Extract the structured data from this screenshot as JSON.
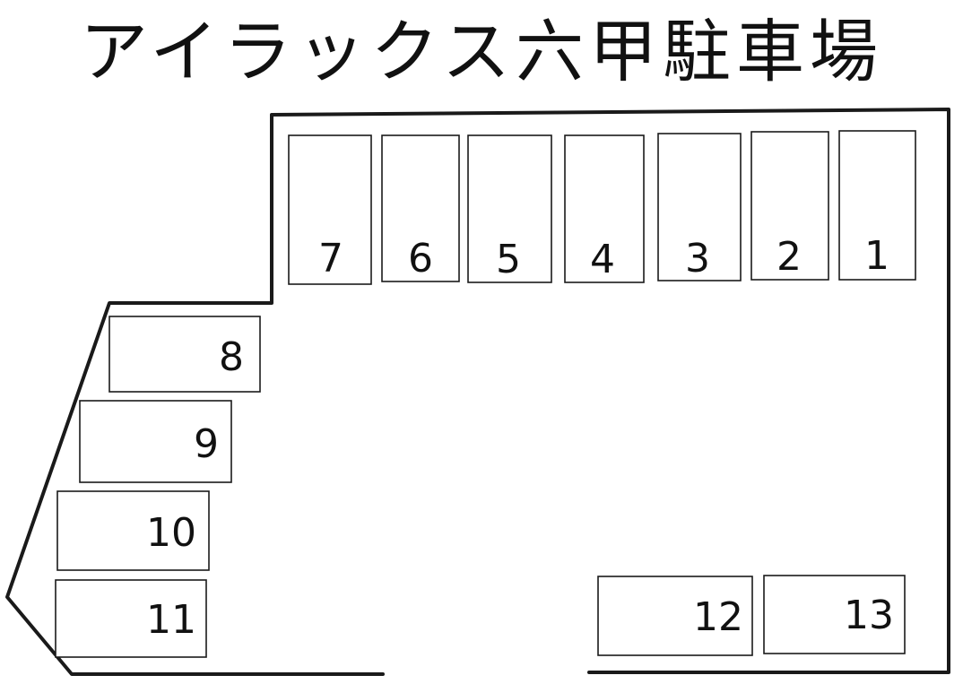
{
  "title": "アイラックス六甲駐車場",
  "spaces": [
    {
      "id": "space-1",
      "label": "1"
    },
    {
      "id": "space-2",
      "label": "2"
    },
    {
      "id": "space-3",
      "label": "3"
    },
    {
      "id": "space-4",
      "label": "4"
    },
    {
      "id": "space-5",
      "label": "5"
    },
    {
      "id": "space-6",
      "label": "6"
    },
    {
      "id": "space-7",
      "label": "7"
    },
    {
      "id": "space-8",
      "label": "8"
    },
    {
      "id": "space-9",
      "label": "9"
    },
    {
      "id": "space-10",
      "label": "10"
    },
    {
      "id": "space-11",
      "label": "11"
    },
    {
      "id": "space-12",
      "label": "12"
    },
    {
      "id": "space-13",
      "label": "13"
    }
  ]
}
